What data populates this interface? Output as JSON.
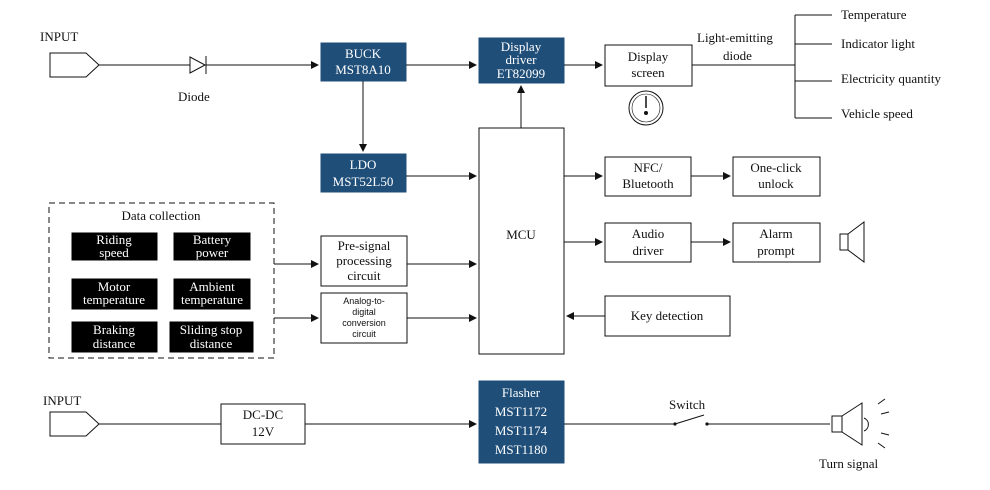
{
  "input_top": "INPUT",
  "input_bottom": "INPUT",
  "diode": "Diode",
  "buck": {
    "line1": "BUCK",
    "line2": "MST8A10"
  },
  "display_driver": {
    "line1": "Display",
    "line2": "driver",
    "line3": "ET82099"
  },
  "display_screen": {
    "line1": "Display",
    "line2": "screen"
  },
  "led": {
    "line1": "Light-emitting",
    "line2": "diode"
  },
  "led_outputs": [
    "Temperature",
    "Indicator light",
    "Electricity quantity",
    "Vehicle speed"
  ],
  "ldo": {
    "line1": "LDO",
    "line2": "MST52L50"
  },
  "mcu": "MCU",
  "nfc": {
    "line1": "NFC/",
    "line2": "Bluetooth"
  },
  "one_click": {
    "line1": "One-click",
    "line2": "unlock"
  },
  "audio_driver": {
    "line1": "Audio",
    "line2": "driver"
  },
  "alarm": {
    "line1": "Alarm",
    "line2": "prompt"
  },
  "key_detection": "Key detection",
  "data_collection": {
    "title": "Data collection",
    "items": [
      {
        "line1": "Riding",
        "line2": "speed"
      },
      {
        "line1": "Battery",
        "line2": "power"
      },
      {
        "line1": "Motor",
        "line2": "temperature"
      },
      {
        "line1": "Ambient",
        "line2": "temperature"
      },
      {
        "line1": "Braking",
        "line2": "distance"
      },
      {
        "line1": "Sliding stop",
        "line2": "distance"
      }
    ]
  },
  "pre_signal": {
    "line1": "Pre-signal",
    "line2": "processing",
    "line3": "circuit"
  },
  "adc": {
    "line1": "Analog-to-",
    "line2": "digital",
    "line3": "conversion",
    "line4": "circuit"
  },
  "dcdc": {
    "line1": "DC-DC",
    "line2": "12V"
  },
  "flasher": {
    "line1": "Flasher",
    "line2": "MST1172",
    "line3": "MST1174",
    "line4": "MST1180"
  },
  "switch": "Switch",
  "turn_signal": "Turn signal",
  "colors": {
    "chip_blue": "#1f4e79",
    "sensor_black": "#000000"
  }
}
